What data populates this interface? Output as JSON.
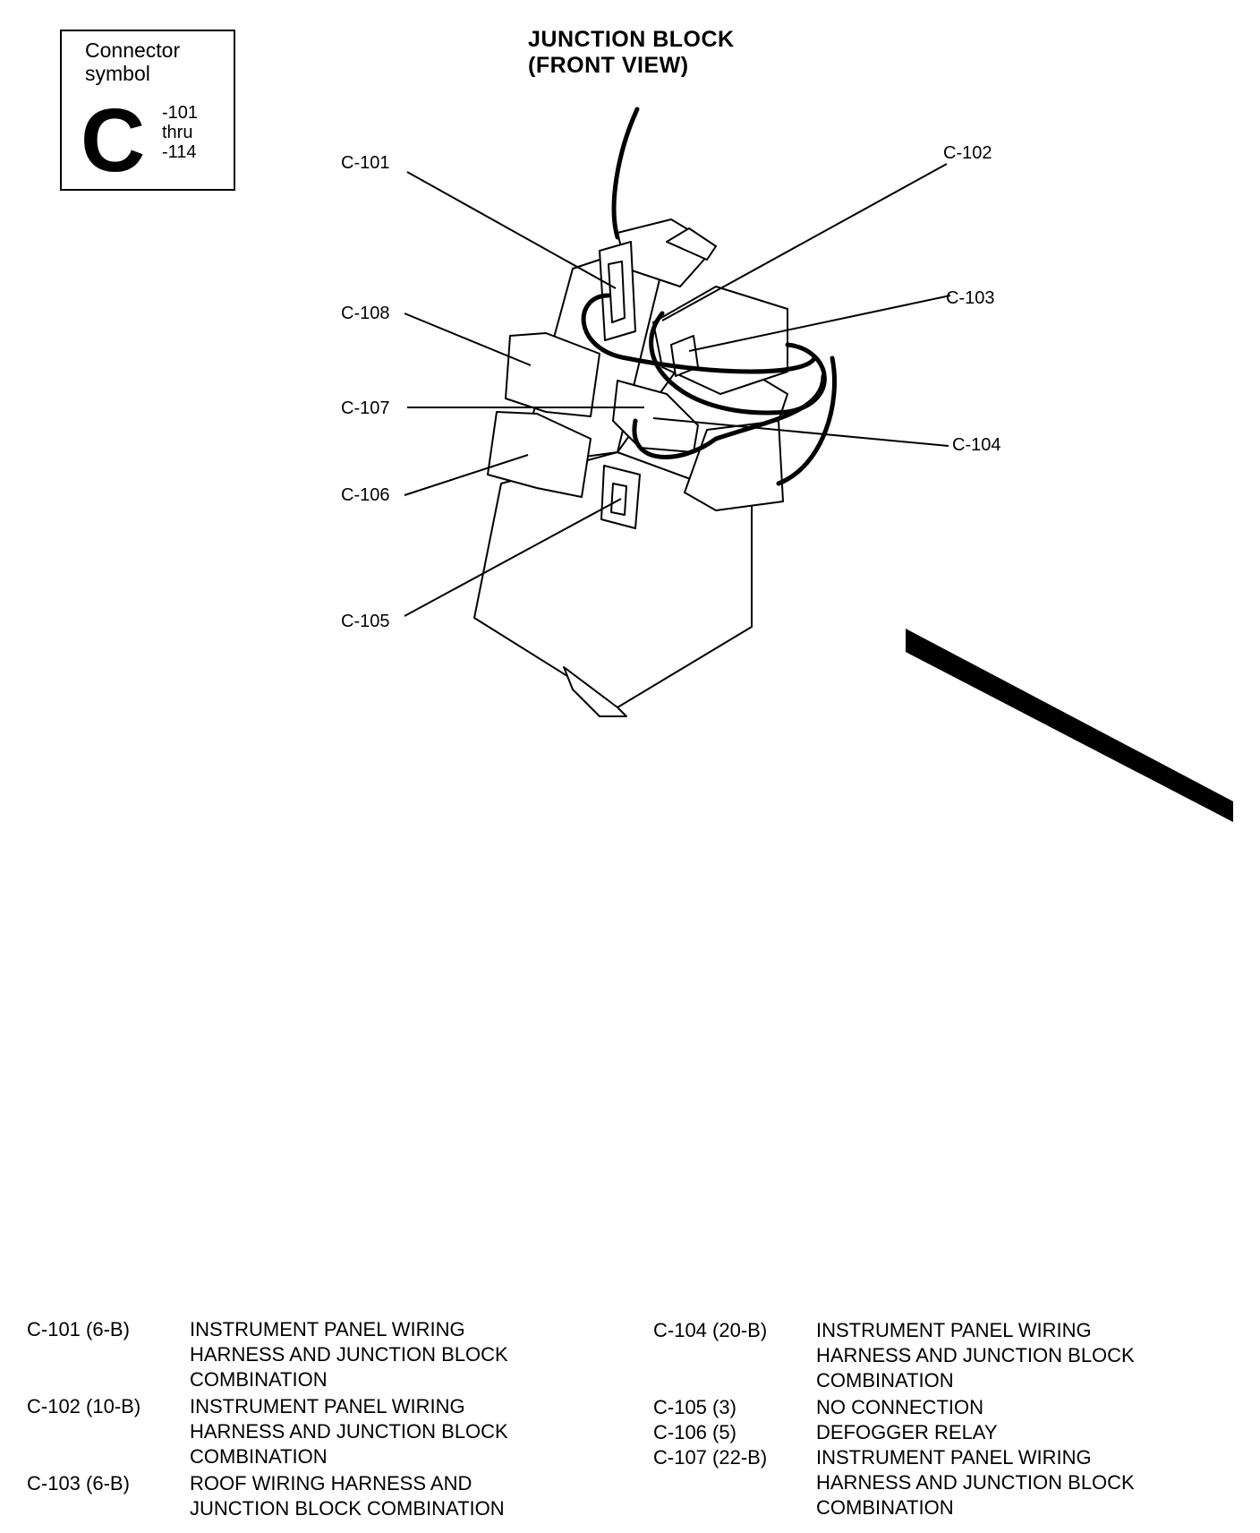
{
  "connector_symbol": {
    "title_line1": "Connector",
    "title_line2": "symbol",
    "letter": "C",
    "range": [
      "-101",
      "thru",
      "-114"
    ]
  },
  "diagram": {
    "title_line1": "JUNCTION  BLOCK",
    "title_line2": "(FRONT  VIEW)",
    "callouts": {
      "c101": "C-101",
      "c102": "C-102",
      "c103": "C-103",
      "c104": "C-104",
      "c105": "C-105",
      "c106": "C-106",
      "c107": "C-107",
      "c108": "C-108"
    }
  },
  "legend": [
    {
      "id": "C-101 (6-B)",
      "lines": [
        "INSTRUMENT PANEL WIRING",
        "HARNESS  AND  JUNCTION  BLOCK",
        "COMBINATION"
      ]
    },
    {
      "id": "C-102 (10-B)",
      "lines": [
        "INSTRUMENT PANEL WIRING",
        "HARNESS  AND  JUNCTION  BLOCK",
        "COMBINATION"
      ]
    },
    {
      "id": "C-103 (6-B)",
      "lines": [
        "ROOF WIRING HARNESS AND",
        "JUNCTION BLOCK COMBINATION"
      ]
    },
    {
      "id": "C-104 (20-B)",
      "lines": [
        "INSTRUMENT PANEL WIRING",
        "HARNESS  AND  JUNCTION  BLOCK",
        "COMBINATION"
      ]
    },
    {
      "id": "C-105 (3)",
      "lines": [
        "NO CONNECTION"
      ]
    },
    {
      "id": "C-106 (5)",
      "lines": [
        "DEFOGGER RELAY"
      ]
    },
    {
      "id": "C-107 (22-B)",
      "lines": [
        "INSTRUMENT PANEL WIRING",
        "HARNESS  AND  JUNCTION  BLOCK",
        "COMBINATION"
      ]
    }
  ]
}
